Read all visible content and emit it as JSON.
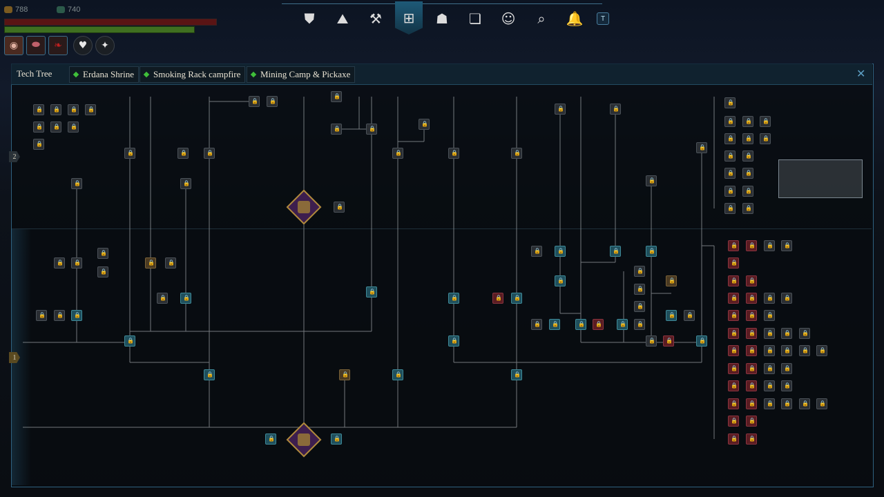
{
  "hud": {
    "resource1": "788",
    "resource2": "740",
    "quick_slots": [
      "meat-icon",
      "raw-meat-icon",
      "feather-icon"
    ],
    "buttons": [
      "heart-plus-icon",
      "sparkle-plus-icon"
    ]
  },
  "nav": {
    "items": [
      {
        "name": "armor-icon",
        "glyph": "⛊"
      },
      {
        "name": "map-icon",
        "glyph": "⛰"
      },
      {
        "name": "hammer-icon",
        "glyph": "⚒"
      },
      {
        "name": "tech-tree-icon",
        "glyph": "⊞",
        "active": true
      },
      {
        "name": "mask-icon",
        "glyph": "☗"
      },
      {
        "name": "journal-icon",
        "glyph": "❏"
      },
      {
        "name": "character-icon",
        "glyph": "☺"
      },
      {
        "name": "quest-icon",
        "glyph": "⌕"
      },
      {
        "name": "bell-icon",
        "glyph": "🔔"
      }
    ],
    "key_hint": "T"
  },
  "panel": {
    "title": "Tech Tree",
    "pinned": [
      "Erdana Shrine",
      "Smoking Rack campfire",
      "Mining Camp & Pickaxe"
    ],
    "tiers": [
      "2",
      "1"
    ]
  },
  "colors": {
    "accent": "#2f6280",
    "pinned_diamond": "#3fbf3a",
    "key_node_border": "#b08a3a",
    "key_node_fill": "#3d1e4e"
  }
}
